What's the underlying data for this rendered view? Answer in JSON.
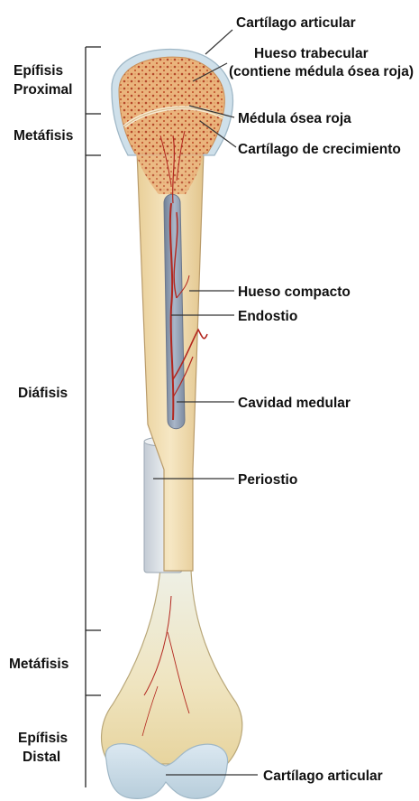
{
  "regions": {
    "epifisis_proximal_1": "Epífisis",
    "epifisis_proximal_2": "Proximal",
    "metafisis_top": "Metáfisis",
    "diafisis": "Diáfisis",
    "metafisis_bottom": "Metáfisis",
    "epifisis_distal_1": "Epífisis",
    "epifisis_distal_2": "Distal"
  },
  "labels": {
    "cartilago_articular_top": "Cartílago articular",
    "hueso_trabecular_1": "Hueso trabecular",
    "hueso_trabecular_2": "(contiene médula ósea roja)",
    "medula_osea_roja": "Médula ósea roja",
    "cartilago_crecimiento": "Cartílago de crecimiento",
    "hueso_compacto": "Hueso compacto",
    "endostio": "Endostio",
    "cavidad_medular": "Cavidad medular",
    "periostio": "Periostio",
    "cartilago_articular_bottom": "Cartílago articular"
  },
  "colors": {
    "cartilage": "#cfe0ea",
    "cartilage_edge": "#9fb7c6",
    "spongy": "#e9b27a",
    "spongy_dots": "#b5482a",
    "compact": "#efd9a9",
    "compact_edge": "#b99b6a",
    "periosteum": "#d7dde3",
    "marrow_cavity": "#8d9bb0",
    "vessel": "#b3261e",
    "distal": "#eee6c8"
  }
}
